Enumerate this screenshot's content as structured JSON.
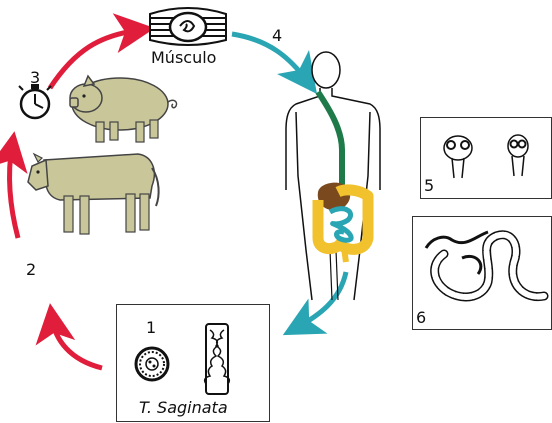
{
  "labels": {
    "step1": "1",
    "step2": "2",
    "step3": "3",
    "step4": "4",
    "step5": "5",
    "step6": "6",
    "muscle": "Músculo",
    "species": "T. Saginata"
  },
  "icons": [
    "muscle-cyst-icon",
    "stopwatch-icon",
    "pig-icon",
    "cow-icon",
    "human-body-icon",
    "egg-icon",
    "proglottid-icon",
    "scolex-icon",
    "adult-tapeworm-icon"
  ],
  "colors": {
    "arrow_red": "#e01e3c",
    "arrow_teal": "#2aa5b3",
    "animal_fill": "#c9c79a",
    "esophagus": "#1f7a4a",
    "stomach": "#7a4a1e",
    "colon": "#f2c12e",
    "small_intestine": "#2aa5b3"
  }
}
